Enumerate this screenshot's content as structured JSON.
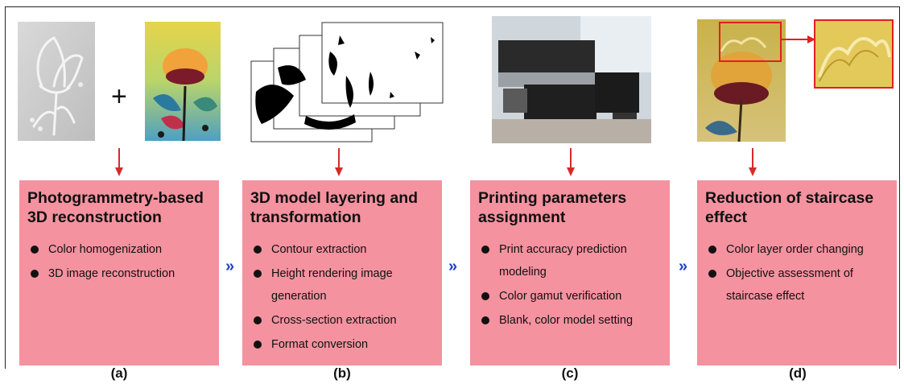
{
  "panels": [
    {
      "title": "Photogrammetry-based 3D reconstruction",
      "items": [
        "Color homogenization",
        "3D image reconstruction"
      ],
      "label": "(a)"
    },
    {
      "title": "3D model layering and transformation",
      "items": [
        "Contour extraction",
        "Height rendering image generation",
        "Cross-section extraction",
        "Format conversion"
      ],
      "label": "(b)"
    },
    {
      "title": "Printing parameters assignment",
      "items": [
        "Print accuracy prediction modeling",
        "Color gamut verification",
        "Blank, color model setting"
      ],
      "label": "(c)"
    },
    {
      "title": "Reduction of staircase effect",
      "items": [
        "Color layer order changing",
        "Objective assessment of staircase effect"
      ],
      "label": "(d)"
    }
  ],
  "plus_sign": "+",
  "chevron_glyph": "»",
  "colors": {
    "box_fill": "#f4929f",
    "arrow": "#d62a2a",
    "chevron": "#1f3fc8",
    "zoom_frame": "#e02020"
  }
}
